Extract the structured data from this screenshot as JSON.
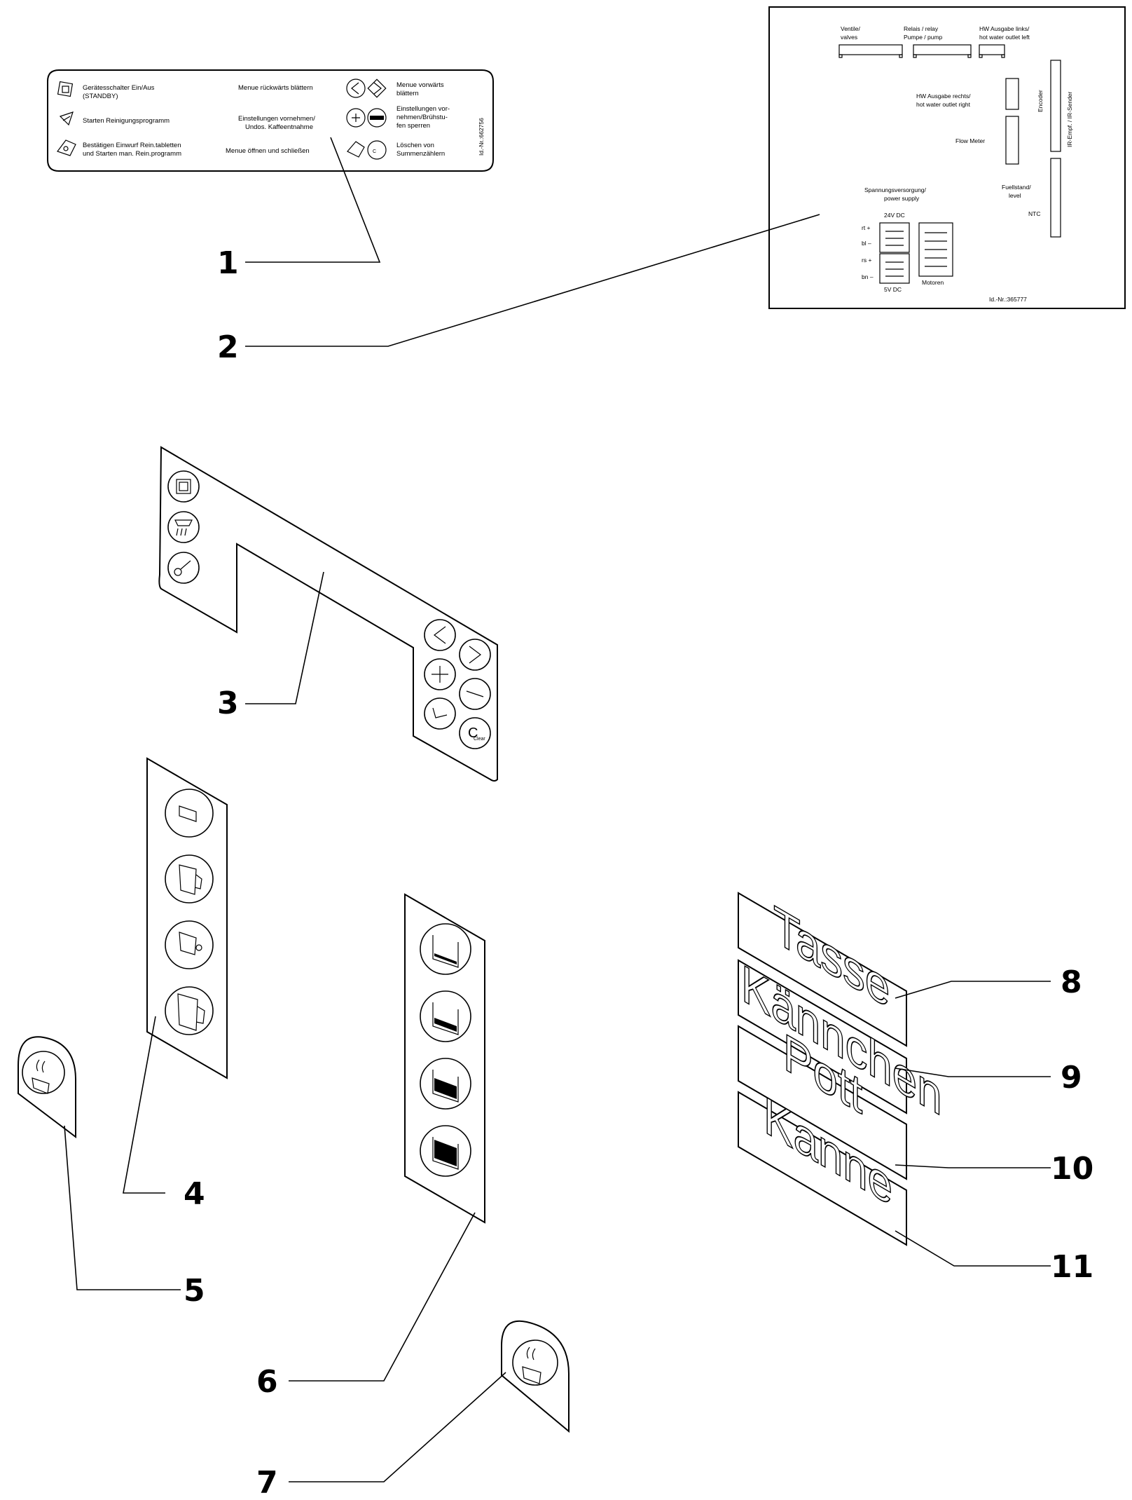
{
  "callouts": [
    "1",
    "2",
    "3",
    "4",
    "5",
    "6",
    "7",
    "8",
    "9",
    "10",
    "11"
  ],
  "label_strip": {
    "left_col": [
      [
        "Gerätesschalter Ein/Aus",
        "(STANDBY)"
      ],
      [
        "Starten Reinigungsprogramm"
      ],
      [
        "Bestätigen Einwurf Rein.tabletten",
        "und Starten man. Rein.programm"
      ]
    ],
    "mid_col": [
      [
        "Menue rückwärts blättern"
      ],
      [
        "Einstellungen vornehmen/",
        "Undos. Kaffeentnahme"
      ],
      [
        "Menue öffnen und schließen"
      ]
    ],
    "right_col": [
      [
        "Menue vorwärts",
        "blättern"
      ],
      [
        "Einstellungen vor-",
        "nehmen/Brühstu-",
        "fen sperren"
      ],
      [
        "Löschen von",
        "Summenzählern"
      ]
    ],
    "id": "Id.-Nr.:662756"
  },
  "board": {
    "connectors_top": [
      [
        "Ventile/",
        "valves"
      ],
      [
        "Relais / relay",
        "Pumpe / pump"
      ],
      [
        "HW Ausgabe links/",
        "hot water outlet left"
      ]
    ],
    "hw_right": [
      "HW Ausgabe rechts/",
      "hot water outlet right"
    ],
    "flow_meter": "Flow Meter",
    "encoder": "Encoder",
    "ir": "IR-Empf. / IR-Sender",
    "level": [
      "Fuellstand/",
      "level"
    ],
    "ntc": "NTC",
    "power": [
      "Spannungsversorgung/",
      "power supply"
    ],
    "v24": "24V DC",
    "v5": "5V DC",
    "pins": [
      "rt +",
      "bl –",
      "rs +",
      "bn –"
    ],
    "motors": "Motoren",
    "id": "Id.-Nr.:365777"
  },
  "clear_label": "Clear",
  "sizes": [
    "Tasse",
    "Kännchen",
    "Pott",
    "Kanne"
  ]
}
